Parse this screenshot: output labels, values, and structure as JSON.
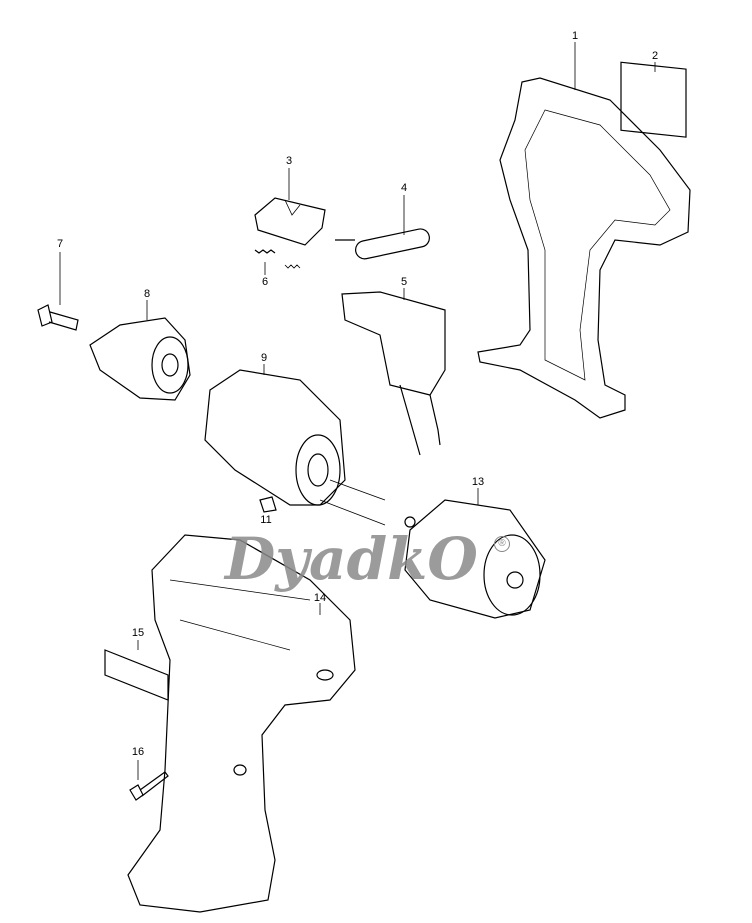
{
  "diagram": {
    "labels": [
      "1",
      "2",
      "3",
      "4",
      "5",
      "6",
      "7",
      "8",
      "9",
      "11",
      "13",
      "14",
      "15",
      "16"
    ],
    "watermark": "DyadkO",
    "registered": "®"
  }
}
